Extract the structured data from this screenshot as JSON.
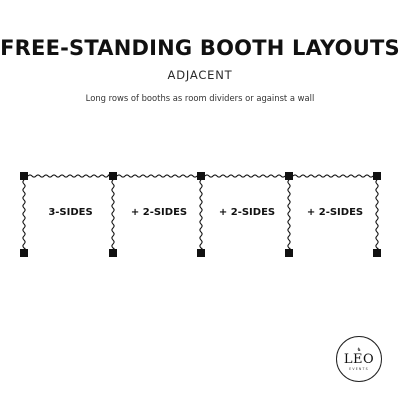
{
  "header": {
    "title": "FREE-STANDING BOOTH LAYOUTS",
    "subtitle": "ADJACENT",
    "description": "Long rows of booths as room dividers or against a wall"
  },
  "booths": [
    {
      "label": "3-SIDES"
    },
    {
      "label": "+ 2-SIDES"
    },
    {
      "label": "+ 2-SIDES"
    },
    {
      "label": "+ 2-SIDES"
    }
  ],
  "logo": {
    "name": "LEO",
    "tagline": "EVENTS",
    "mark_icon": "horse-icon"
  },
  "colors": {
    "ink": "#111111",
    "background": "#ffffff"
  }
}
